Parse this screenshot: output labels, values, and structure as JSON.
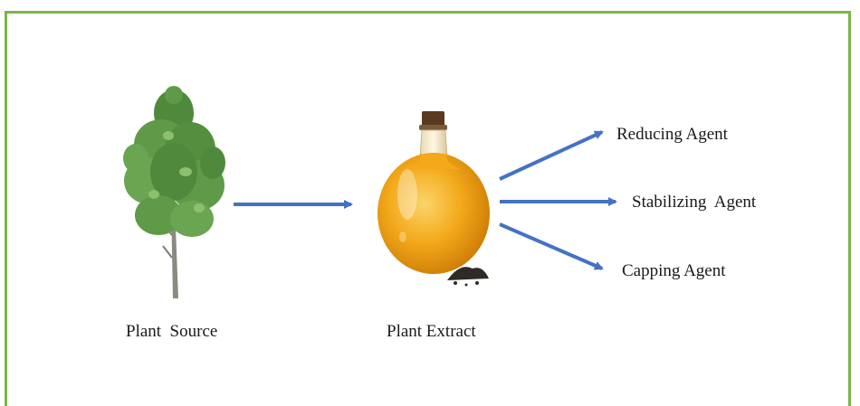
{
  "diagram": {
    "source_label": "Plant  Source",
    "extract_label": "Plant Extract",
    "outputs": [
      {
        "label": "Reducing Agent"
      },
      {
        "label": "Stabilizing  Agent"
      },
      {
        "label": "Capping Agent"
      }
    ]
  },
  "colors": {
    "frame": "#7ab648",
    "arrow": "#4472c4",
    "liquid": "#f3a91a",
    "cork": "#5a3a1e",
    "leaf": "#5f9a48"
  },
  "icons": [
    "tree-icon",
    "flask-icon",
    "soil-icon"
  ]
}
